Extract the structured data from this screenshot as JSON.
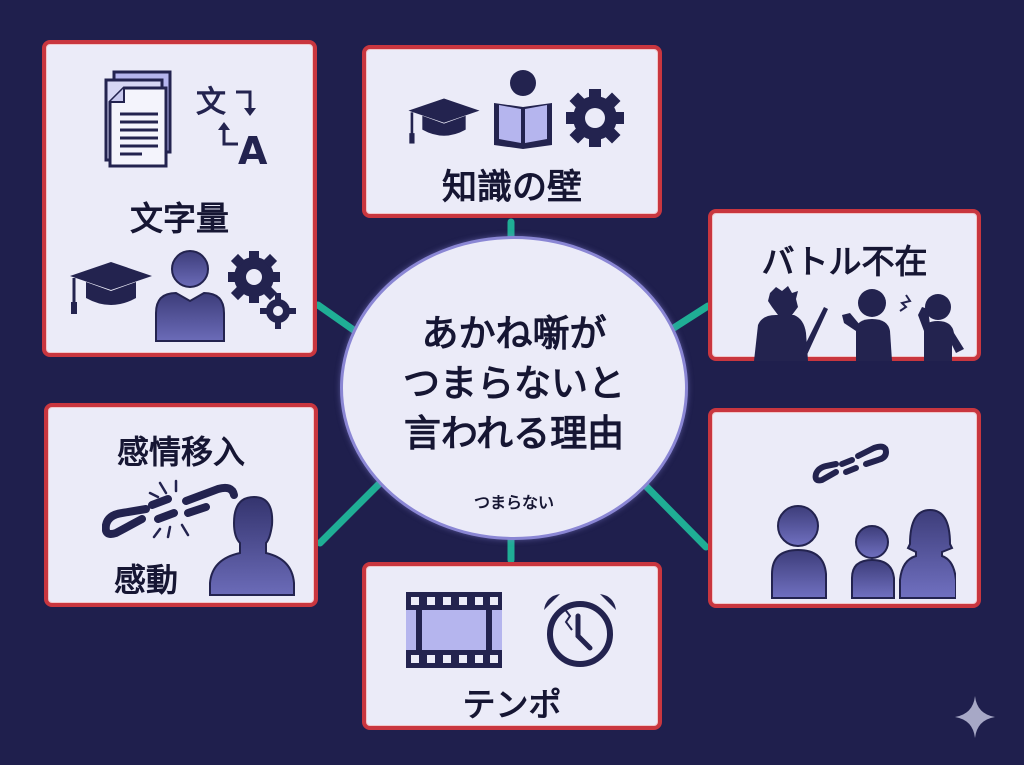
{
  "diagram": {
    "center": {
      "title_lines": [
        "あかね噺が",
        "つまらないと",
        "言われる理由"
      ],
      "subtitle": "つまらない"
    },
    "nodes": [
      {
        "id": "text-volume",
        "label": "文字量",
        "icons": [
          "documents-icon",
          "translate-icon",
          "graduation-cap-icon",
          "person-icon",
          "gears-icon"
        ]
      },
      {
        "id": "knowledge-wall",
        "label": "知識の壁",
        "icons": [
          "graduation-cap-icon",
          "reading-person-icon",
          "gear-icon"
        ]
      },
      {
        "id": "no-battle",
        "label": "バトル不在",
        "icons": [
          "swordsman-silhouette-icon",
          "arguing-people-icon"
        ]
      },
      {
        "id": "empathy",
        "label": "感情移入",
        "label2": "感動",
        "icons": [
          "broken-chain-icon",
          "person-silhouette-icon"
        ]
      },
      {
        "id": "family",
        "label": "",
        "icons": [
          "broken-chain-icon",
          "family-icon"
        ]
      },
      {
        "id": "tempo",
        "label": "テンポ",
        "icons": [
          "film-strip-icon",
          "broken-alarm-clock-icon"
        ]
      }
    ],
    "colors": {
      "background": "#1f1f4d",
      "card_fill": "#ebebf8",
      "card_border": "#c9363f",
      "connector": "#1fae95",
      "hub_border": "#8a86d4",
      "icon_dark": "#23234f",
      "icon_light": "#b5b5ee"
    }
  }
}
